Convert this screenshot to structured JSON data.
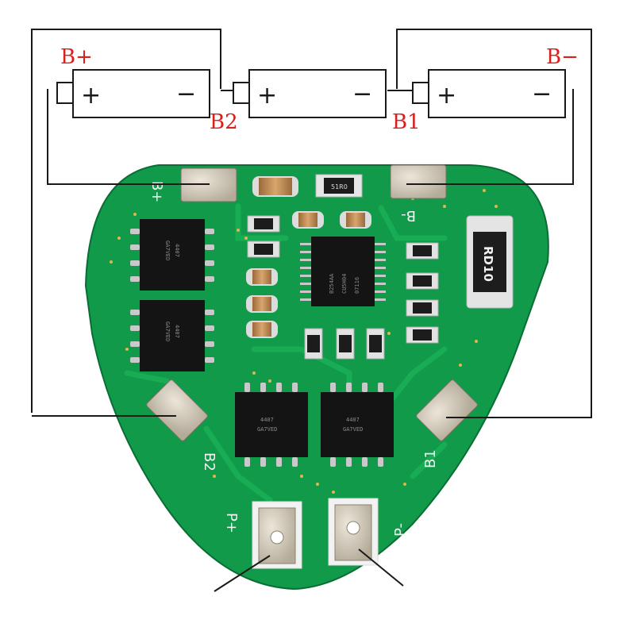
{
  "colors": {
    "pcb": "#109a49",
    "pcb_dark": "#0a7a3a",
    "trace": "#16a852",
    "wire": "#1a1a1a",
    "label_red": "#d8201c",
    "pad": "#cfc7b8",
    "chip": "#141414",
    "cap": "#c88a4a"
  },
  "cells": [
    {
      "plus": "+",
      "minus": "−"
    },
    {
      "plus": "+",
      "minus": "−"
    },
    {
      "plus": "+",
      "minus": "−"
    }
  ],
  "wire_labels": {
    "b_plus": "B+",
    "b2": "B2",
    "b1": "B1",
    "b_minus": "B−"
  },
  "board": {
    "silk_b_plus": "B+",
    "silk_b_minus": "B-",
    "silk_b2": "B2",
    "silk_b1": "B1",
    "silk_p_plus": "P+",
    "silk_p_minus": "P-"
  },
  "chips": {
    "mosfet_marking_1": "4407",
    "mosfet_marking_2": "GA7VED",
    "ic_marking_1": "B254AA",
    "ic_marking_2": "CU5H04",
    "ic_marking_3": "07116",
    "resistor_large": "RD10",
    "resistor_small": "51R0"
  }
}
